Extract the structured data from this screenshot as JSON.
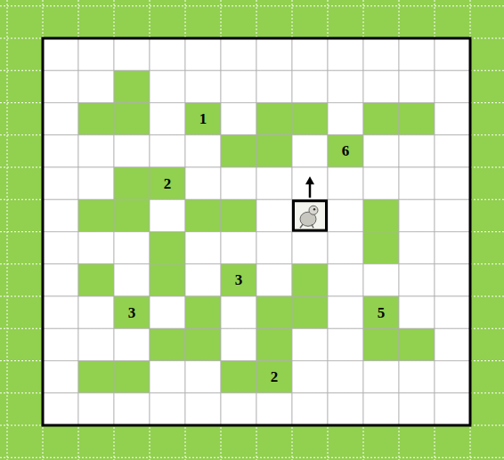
{
  "diagram": {
    "labels": [
      "1",
      "6",
      "2",
      "3",
      "3",
      "5",
      "2"
    ]
  }
}
